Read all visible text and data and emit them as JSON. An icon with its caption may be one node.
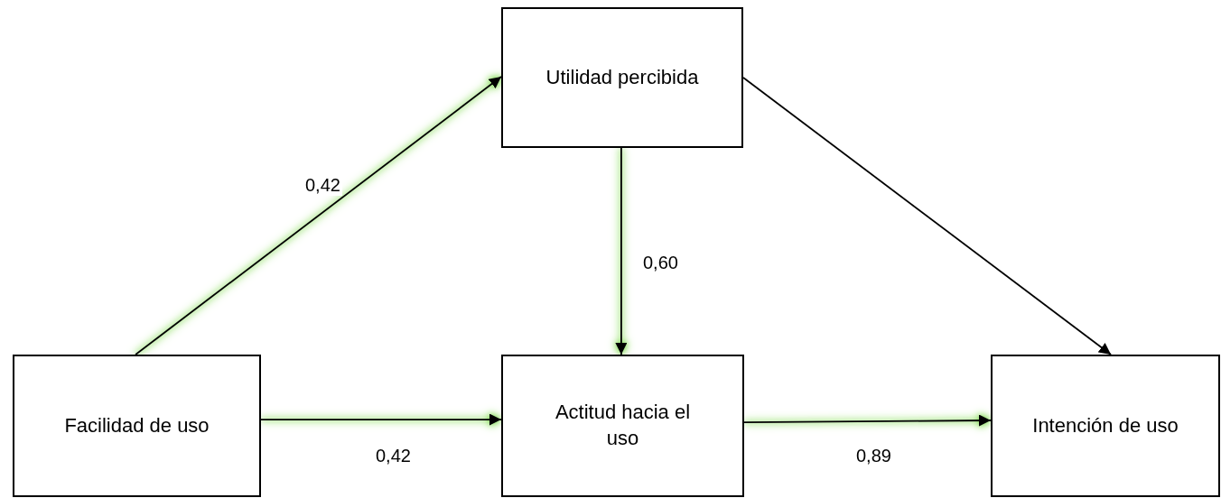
{
  "diagram": {
    "nodes": [
      {
        "text": [
          "Utilidad percibida"
        ]
      },
      {
        "text": [
          "Facilidad de uso"
        ]
      },
      {
        "text": [
          "Actitud hacia el uso"
        ]
      },
      {
        "text": [
          "Intención de uso"
        ]
      }
    ],
    "edges": [
      {
        "from": 1,
        "to": 0,
        "arrow": "to",
        "label": "0,42"
      },
      {
        "from": 0,
        "to": 2,
        "arrow": "to",
        "label": "0,60"
      },
      {
        "from": 0,
        "to": 3,
        "arrow": "to"
      },
      {
        "from": 1,
        "to": 2,
        "arrow": "to",
        "label": "0,42"
      },
      {
        "from": 2,
        "to": 3,
        "arrow": "to",
        "label": "0,89"
      }
    ]
  }
}
